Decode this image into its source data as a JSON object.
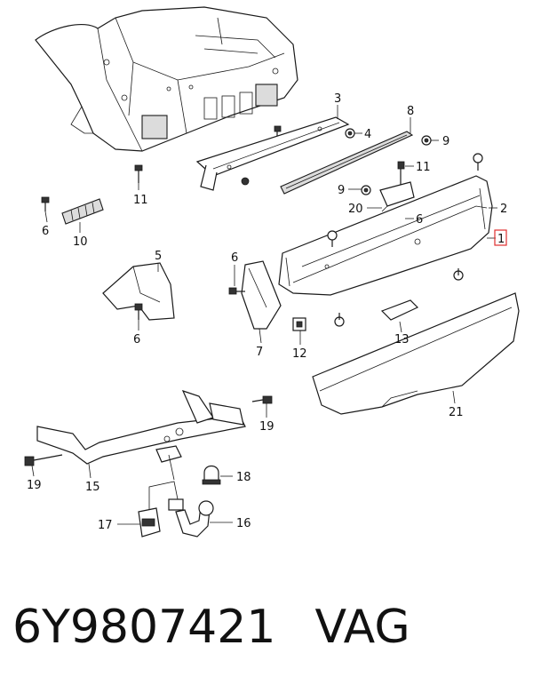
{
  "callouts": {
    "c1": "1",
    "c2": "2",
    "c3": "3",
    "c4": "4",
    "c5": "5",
    "c6a": "6",
    "c6b": "6",
    "c6c": "6",
    "c6d": "6",
    "c7": "7",
    "c8": "8",
    "c9a": "9",
    "c9b": "9",
    "c10": "10",
    "c11a": "11",
    "c11b": "11",
    "c12": "12",
    "c13": "13",
    "c15": "15",
    "c16": "16",
    "c17": "17",
    "c18": "18",
    "c19a": "19",
    "c19b": "19",
    "c20": "20",
    "c21": "21"
  },
  "highlight_color": "#e03030",
  "caption": {
    "part_number": "6Y9807421",
    "brand": "VAG"
  }
}
